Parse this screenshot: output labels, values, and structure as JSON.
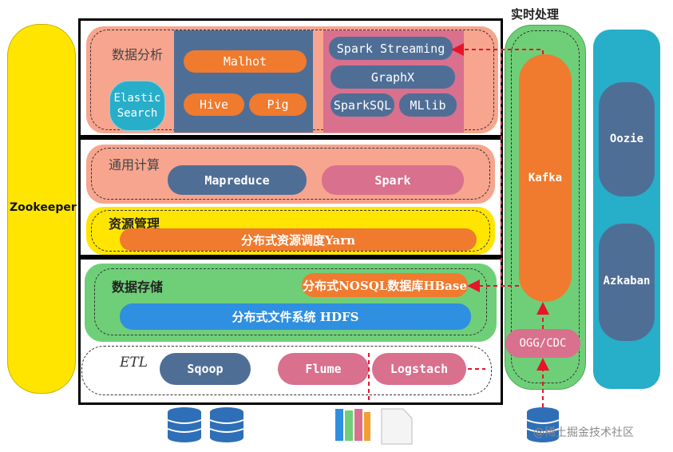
{
  "left_bar": {
    "label": "Zookeeper"
  },
  "analysis": {
    "title": "数据分析",
    "elastic": "Elastic\nSearch",
    "malhot": "Malhot",
    "hive": "Hive",
    "pig": "Pig",
    "spark_streaming": "Spark Streaming",
    "graphx": "GraphX",
    "sparksql": "SparkSQL",
    "mllib": "MLlib"
  },
  "compute": {
    "title": "通用计算",
    "mapreduce": "Mapreduce",
    "spark": "Spark"
  },
  "resource": {
    "title": "资源管理",
    "yarn": "分布式资源调度Yarn"
  },
  "storage": {
    "title": "数据存储",
    "hbase": "分布式NOSQL数据库HBase",
    "hdfs": "分布式文件系统 HDFS"
  },
  "etl": {
    "title": "ETL",
    "sqoop": "Sqoop",
    "flume": "Flume",
    "logstach": "Logstach"
  },
  "realtime": {
    "title": "实时处理",
    "kafka": "Kafka",
    "ogg": "OGG/CDC"
  },
  "scheduler": {
    "oozie": "Oozie",
    "azkaban": "Azkaban"
  },
  "watermark": "@稀土掘金技术社区",
  "colors": {
    "yellow": "#FFE500",
    "salmon": "#F7A58E",
    "steel": "#4F6E96",
    "pink": "#D8708E",
    "orange": "#F07A2E",
    "teal": "#27AEC9",
    "green": "#6FCF78",
    "blue": "#2F8FE0"
  }
}
